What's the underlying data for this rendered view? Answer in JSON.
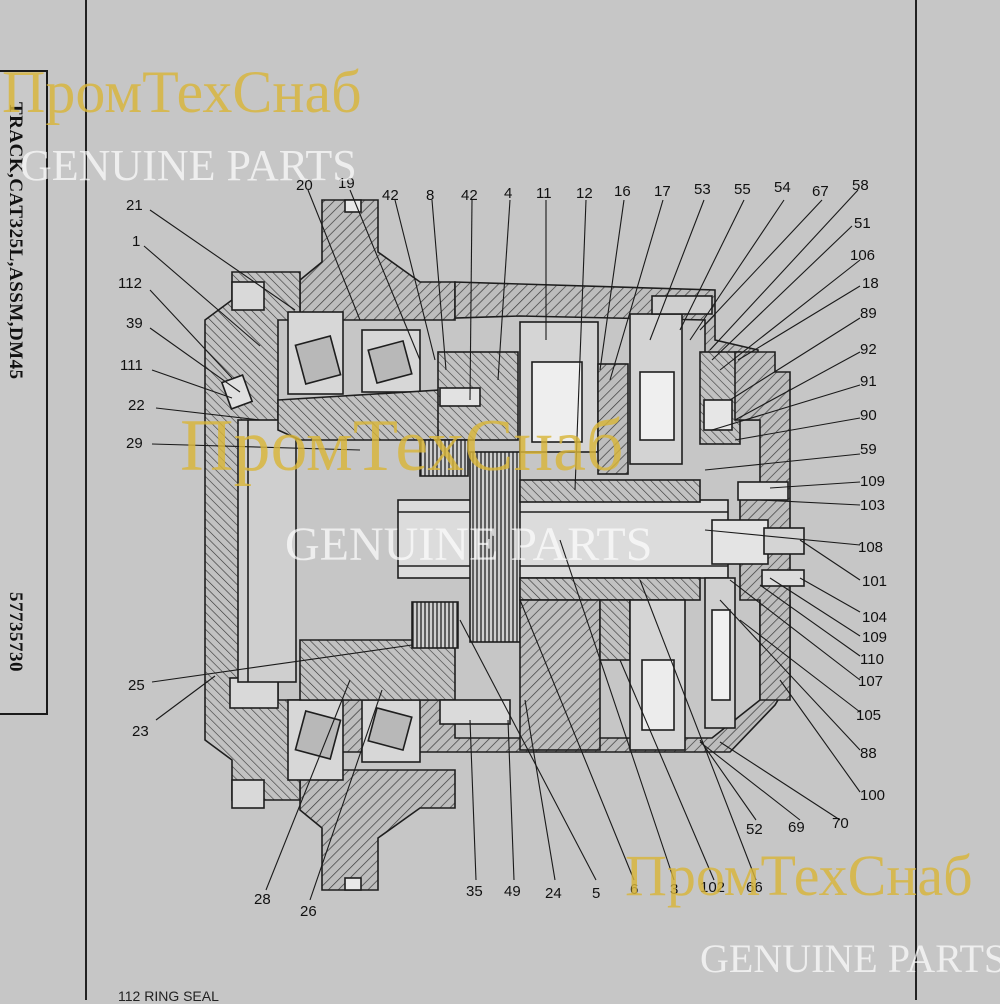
{
  "side_title": "TRACK,CAT325L,ASSM,DM45",
  "side_number": "57735730",
  "watermark": {
    "brand": "ПромТехСнаб",
    "tagline": "GENUINE PARTS",
    "gold": "#d9b63a"
  },
  "footer_text": "112 RING SEAL",
  "callouts": {
    "top": [
      "20",
      "19",
      "42",
      "8",
      "42",
      "4",
      "11",
      "12",
      "16",
      "17",
      "53",
      "55",
      "54",
      "67",
      "58"
    ],
    "left": [
      "21",
      "1",
      "112",
      "39",
      "111",
      "22",
      "29",
      "25",
      "23",
      "28",
      "26"
    ],
    "right": [
      "51",
      "106",
      "18",
      "89",
      "92",
      "91",
      "90",
      "59",
      "109",
      "103",
      "108",
      "101",
      "104",
      "109",
      "110",
      "107",
      "105",
      "88",
      "100",
      "70",
      "69",
      "52"
    ],
    "bottom": [
      "35",
      "49",
      "24",
      "5",
      "6",
      "3",
      "102",
      "66"
    ]
  }
}
